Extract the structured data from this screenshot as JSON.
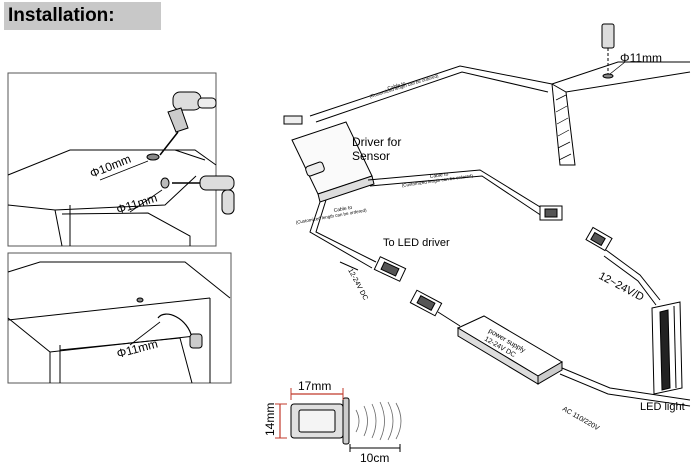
{
  "header": {
    "title": "Installation:"
  },
  "panels": {
    "top": {
      "hole_label": "Φ10mm",
      "sensor_label": "Φ11mm"
    },
    "bottom": {
      "sensor_label": "Φ11mm"
    }
  },
  "dimensions": {
    "width": "17mm",
    "height": "14mm",
    "range": "10cm"
  },
  "wiring": {
    "driver_label_line1": "Driver for",
    "driver_label_line2": "Sensor",
    "to_led_driver": "To LED driver",
    "top_hole": "Φ11mm",
    "voltage_in": "12-24V DC",
    "voltage_out": "12~24V/D",
    "power_line1": "power supply",
    "power_line2": "12-24V DC",
    "ac_input": "AC 110/220V",
    "led_light": "LED light",
    "cable_note_1": "Cable to",
    "cable_note_1b": "(Customized length can be ordered)",
    "cable_note_2": "Cable to",
    "cable_note_2b": "(Customized length can be ordered)",
    "cable_note_3": "Cable to",
    "cable_note_3b": "(Customized length can be ordered)"
  },
  "colors": {
    "header_bg": "#c8c8c8",
    "dimension_accent": "#c0392b",
    "line": "#000000"
  }
}
